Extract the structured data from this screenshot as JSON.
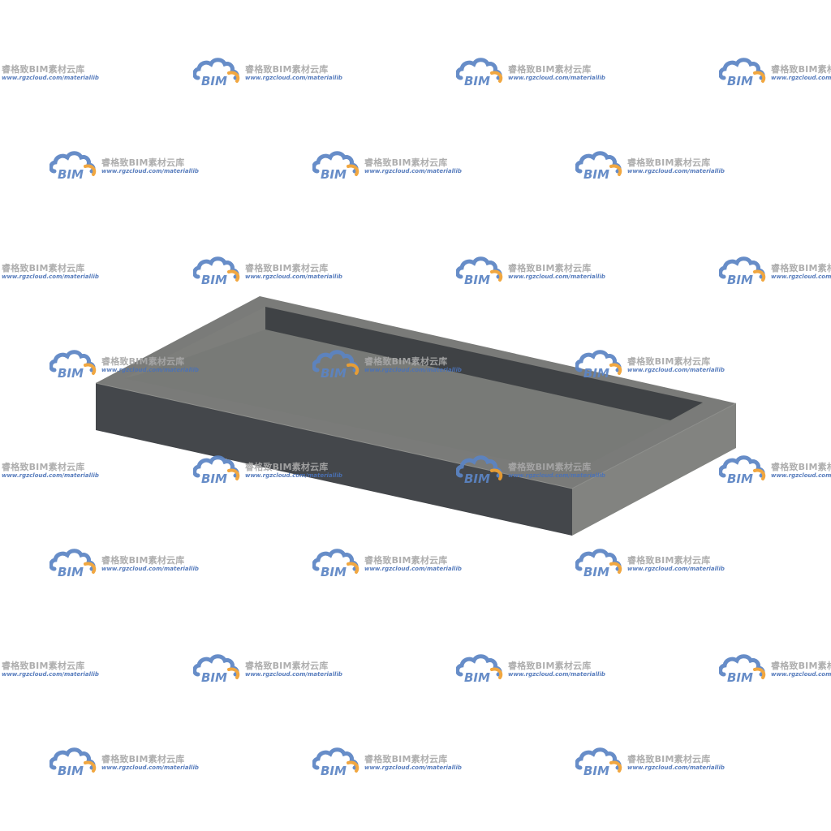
{
  "scene": {
    "subject": "rectangular-tray-model"
  },
  "colors": {
    "background": "#ffffff",
    "top_face": "#7a7b79",
    "inner_back_wall": "#3f4245",
    "inner_floor": "#787a77",
    "front_face": "#44474b",
    "right_face": "#828380",
    "logo_blue": "#5b84c4",
    "logo_orange": "#f0a030",
    "watermark_gray": "#a8a8a8",
    "url_blue": "#4a72b8"
  },
  "watermark": {
    "logo_text": "BIM",
    "title": "睿格致BIM素材云库",
    "url": "www.rgzcloud.com/materiallib",
    "icon": "cloud-logo-icon"
  }
}
